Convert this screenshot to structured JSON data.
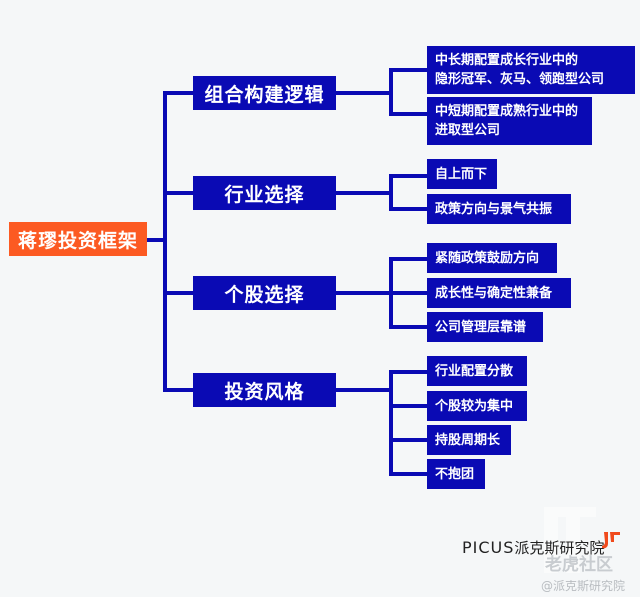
{
  "root": {
    "label": "蒋璆投资框架"
  },
  "colors": {
    "root": "#fc5a22",
    "node": "#0a0ab4",
    "background": "#f5f7f8"
  },
  "categories": [
    {
      "label": "组合构建逻辑",
      "items": [
        "中长期配置成长行业中的\n隐形冠军、灰马、领跑型公司",
        "中短期配置成熟行业中的\n进取型公司"
      ]
    },
    {
      "label": "行业选择",
      "items": [
        "自上而下",
        "政策方向与景气共振"
      ]
    },
    {
      "label": "个股选择",
      "items": [
        "紧随政策鼓励方向",
        "成长性与确定性兼备",
        "公司管理层靠谱"
      ]
    },
    {
      "label": "投资风格",
      "items": [
        "行业配置分散",
        "个股较为集中",
        "持股周期长",
        "不抱团"
      ]
    }
  ],
  "footer": {
    "logo_en": "PICUS",
    "logo_cn": "派克斯研究院",
    "watermark": "老虎社区",
    "handle": "@派克斯研究院"
  }
}
